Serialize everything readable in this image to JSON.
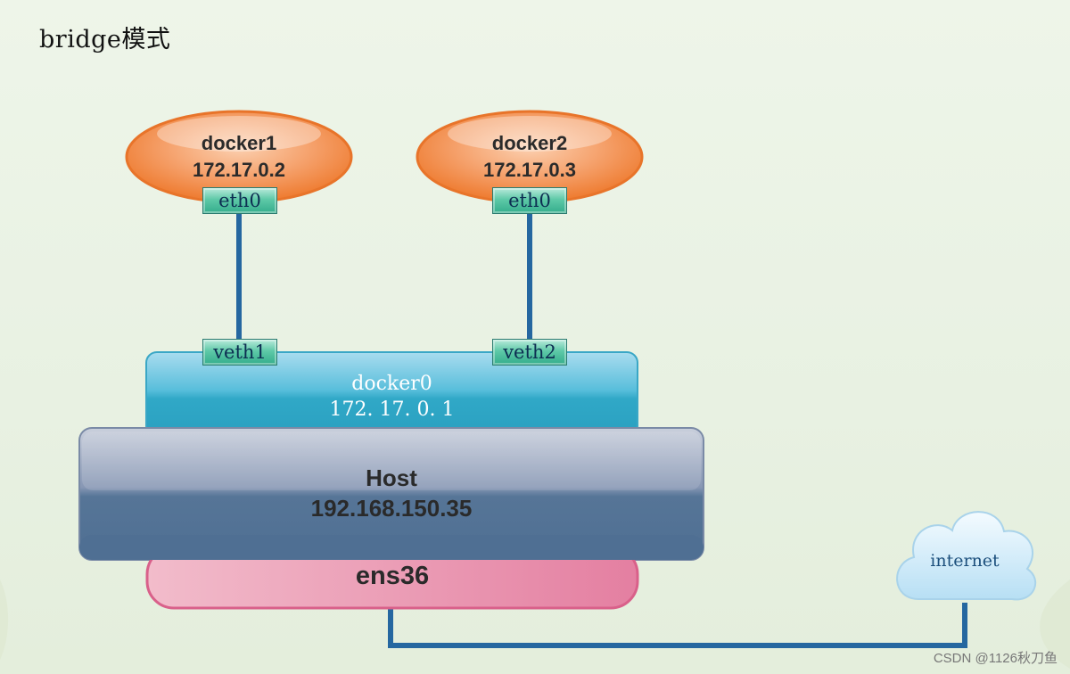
{
  "title": "bridge模式",
  "containers": [
    {
      "name": "docker1",
      "ip": "172.17.0.2",
      "iface": "eth0",
      "veth": "veth1"
    },
    {
      "name": "docker2",
      "ip": "172.17.0.3",
      "iface": "eth0",
      "veth": "veth2"
    }
  ],
  "bridge": {
    "name": "docker0",
    "ip": "172. 17. 0. 1"
  },
  "host": {
    "name": "Host",
    "ip": "192.168.150.35"
  },
  "nic": {
    "name": "ens36"
  },
  "cloud": {
    "label": "internet"
  },
  "watermark": "CSDN @1126秋刀鱼",
  "colors": {
    "container": "#f07e32",
    "interface": "#3ab394",
    "bridge": "#2ea6c4",
    "host": "#527095",
    "nic": "#e889a6",
    "link": "#2567a0"
  }
}
